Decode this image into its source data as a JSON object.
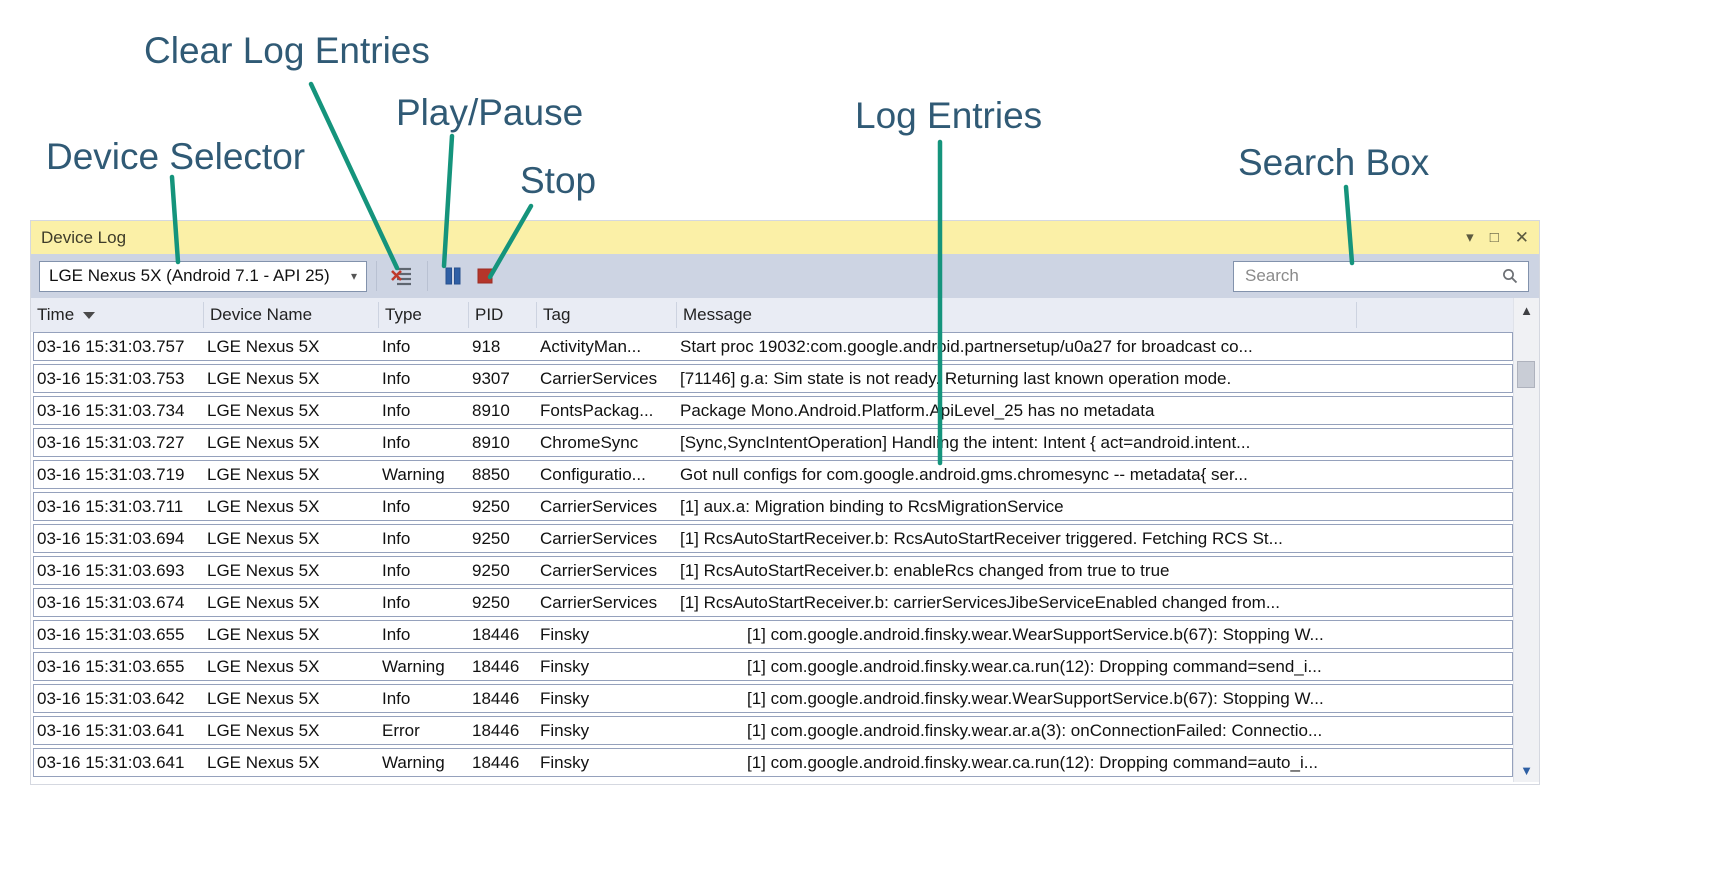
{
  "annotations": {
    "text_color": "#305a75",
    "line_color": "#15947c",
    "labels": {
      "clear": "Clear Log Entries",
      "play_pause": "Play/Pause",
      "stop": "Stop",
      "device_selector": "Device Selector",
      "log_entries": "Log Entries",
      "search_box": "Search Box"
    }
  },
  "window": {
    "title": "Device Log",
    "titlebar_color": "#fbf0a7",
    "controls": {
      "window_menu": "▾",
      "maximize": "□",
      "close": "✕"
    }
  },
  "toolbar": {
    "background_color": "#cdd4e3",
    "device_selector_value": "LGE Nexus 5X (Android 7.1 - API 25)",
    "combo_arrow": "▾",
    "search_placeholder": "Search",
    "pause_color": "#2f5fa5",
    "stop_color": "#b5352a"
  },
  "scrollbar": {
    "up_glyph": "▲",
    "down_glyph": "▼"
  },
  "table": {
    "columns": [
      "Time",
      "Device Name",
      "Type",
      "PID",
      "Tag",
      "Message"
    ],
    "sorted_column": "Time",
    "sort_direction": "descending",
    "rows": [
      {
        "time": "03-16 15:31:03.757",
        "device": "LGE Nexus 5X",
        "type": "Info",
        "pid": "918",
        "tag": "ActivityMan...",
        "message": "Start proc 19032:com.google.android.partnersetup/u0a27 for broadcast co...",
        "indent": false
      },
      {
        "time": "03-16 15:31:03.753",
        "device": "LGE Nexus 5X",
        "type": "Info",
        "pid": "9307",
        "tag": "CarrierServices",
        "message": "[71146] g.a: Sim state is not ready. Returning last known operation mode.",
        "indent": false
      },
      {
        "time": "03-16 15:31:03.734",
        "device": "LGE Nexus 5X",
        "type": "Info",
        "pid": "8910",
        "tag": "FontsPackag...",
        "message": "Package Mono.Android.Platform.ApiLevel_25 has no metadata",
        "indent": false
      },
      {
        "time": "03-16 15:31:03.727",
        "device": "LGE Nexus 5X",
        "type": "Info",
        "pid": "8910",
        "tag": "ChromeSync",
        "message": "[Sync,SyncIntentOperation] Handling the intent: Intent { act=android.intent...",
        "indent": false
      },
      {
        "time": "03-16 15:31:03.719",
        "device": "LGE Nexus 5X",
        "type": "Warning",
        "pid": "8850",
        "tag": "Configuratio...",
        "message": "Got null configs for com.google.android.gms.chromesync -- metadata{ ser...",
        "indent": false
      },
      {
        "time": "03-16 15:31:03.711",
        "device": "LGE Nexus 5X",
        "type": "Info",
        "pid": "9250",
        "tag": "CarrierServices",
        "message": "[1] aux.a: Migration binding to RcsMigrationService",
        "indent": false
      },
      {
        "time": "03-16 15:31:03.694",
        "device": "LGE Nexus 5X",
        "type": "Info",
        "pid": "9250",
        "tag": "CarrierServices",
        "message": "[1] RcsAutoStartReceiver.b: RcsAutoStartReceiver triggered. Fetching RCS St...",
        "indent": false
      },
      {
        "time": "03-16 15:31:03.693",
        "device": "LGE Nexus 5X",
        "type": "Info",
        "pid": "9250",
        "tag": "CarrierServices",
        "message": "[1] RcsAutoStartReceiver.b: enableRcs changed from true to true",
        "indent": false
      },
      {
        "time": "03-16 15:31:03.674",
        "device": "LGE Nexus 5X",
        "type": "Info",
        "pid": "9250",
        "tag": "CarrierServices",
        "message": "[1] RcsAutoStartReceiver.b: carrierServicesJibeServiceEnabled changed from...",
        "indent": false
      },
      {
        "time": "03-16 15:31:03.655",
        "device": "LGE Nexus 5X",
        "type": "Info",
        "pid": "18446",
        "tag": "Finsky",
        "message": "[1] com.google.android.finsky.wear.WearSupportService.b(67): Stopping W...",
        "indent": true
      },
      {
        "time": "03-16 15:31:03.655",
        "device": "LGE Nexus 5X",
        "type": "Warning",
        "pid": "18446",
        "tag": "Finsky",
        "message": "[1] com.google.android.finsky.wear.ca.run(12): Dropping command=send_i...",
        "indent": true
      },
      {
        "time": "03-16 15:31:03.642",
        "device": "LGE Nexus 5X",
        "type": "Info",
        "pid": "18446",
        "tag": "Finsky",
        "message": "[1] com.google.android.finsky.wear.WearSupportService.b(67): Stopping W...",
        "indent": true
      },
      {
        "time": "03-16 15:31:03.641",
        "device": "LGE Nexus 5X",
        "type": "Error",
        "pid": "18446",
        "tag": "Finsky",
        "message": "[1] com.google.android.finsky.wear.ar.a(3): onConnectionFailed: Connectio...",
        "indent": true
      },
      {
        "time": "03-16 15:31:03.641",
        "device": "LGE Nexus 5X",
        "type": "Warning",
        "pid": "18446",
        "tag": "Finsky",
        "message": "[1] com.google.android.finsky.wear.ca.run(12): Dropping command=auto_i...",
        "indent": true
      }
    ]
  }
}
